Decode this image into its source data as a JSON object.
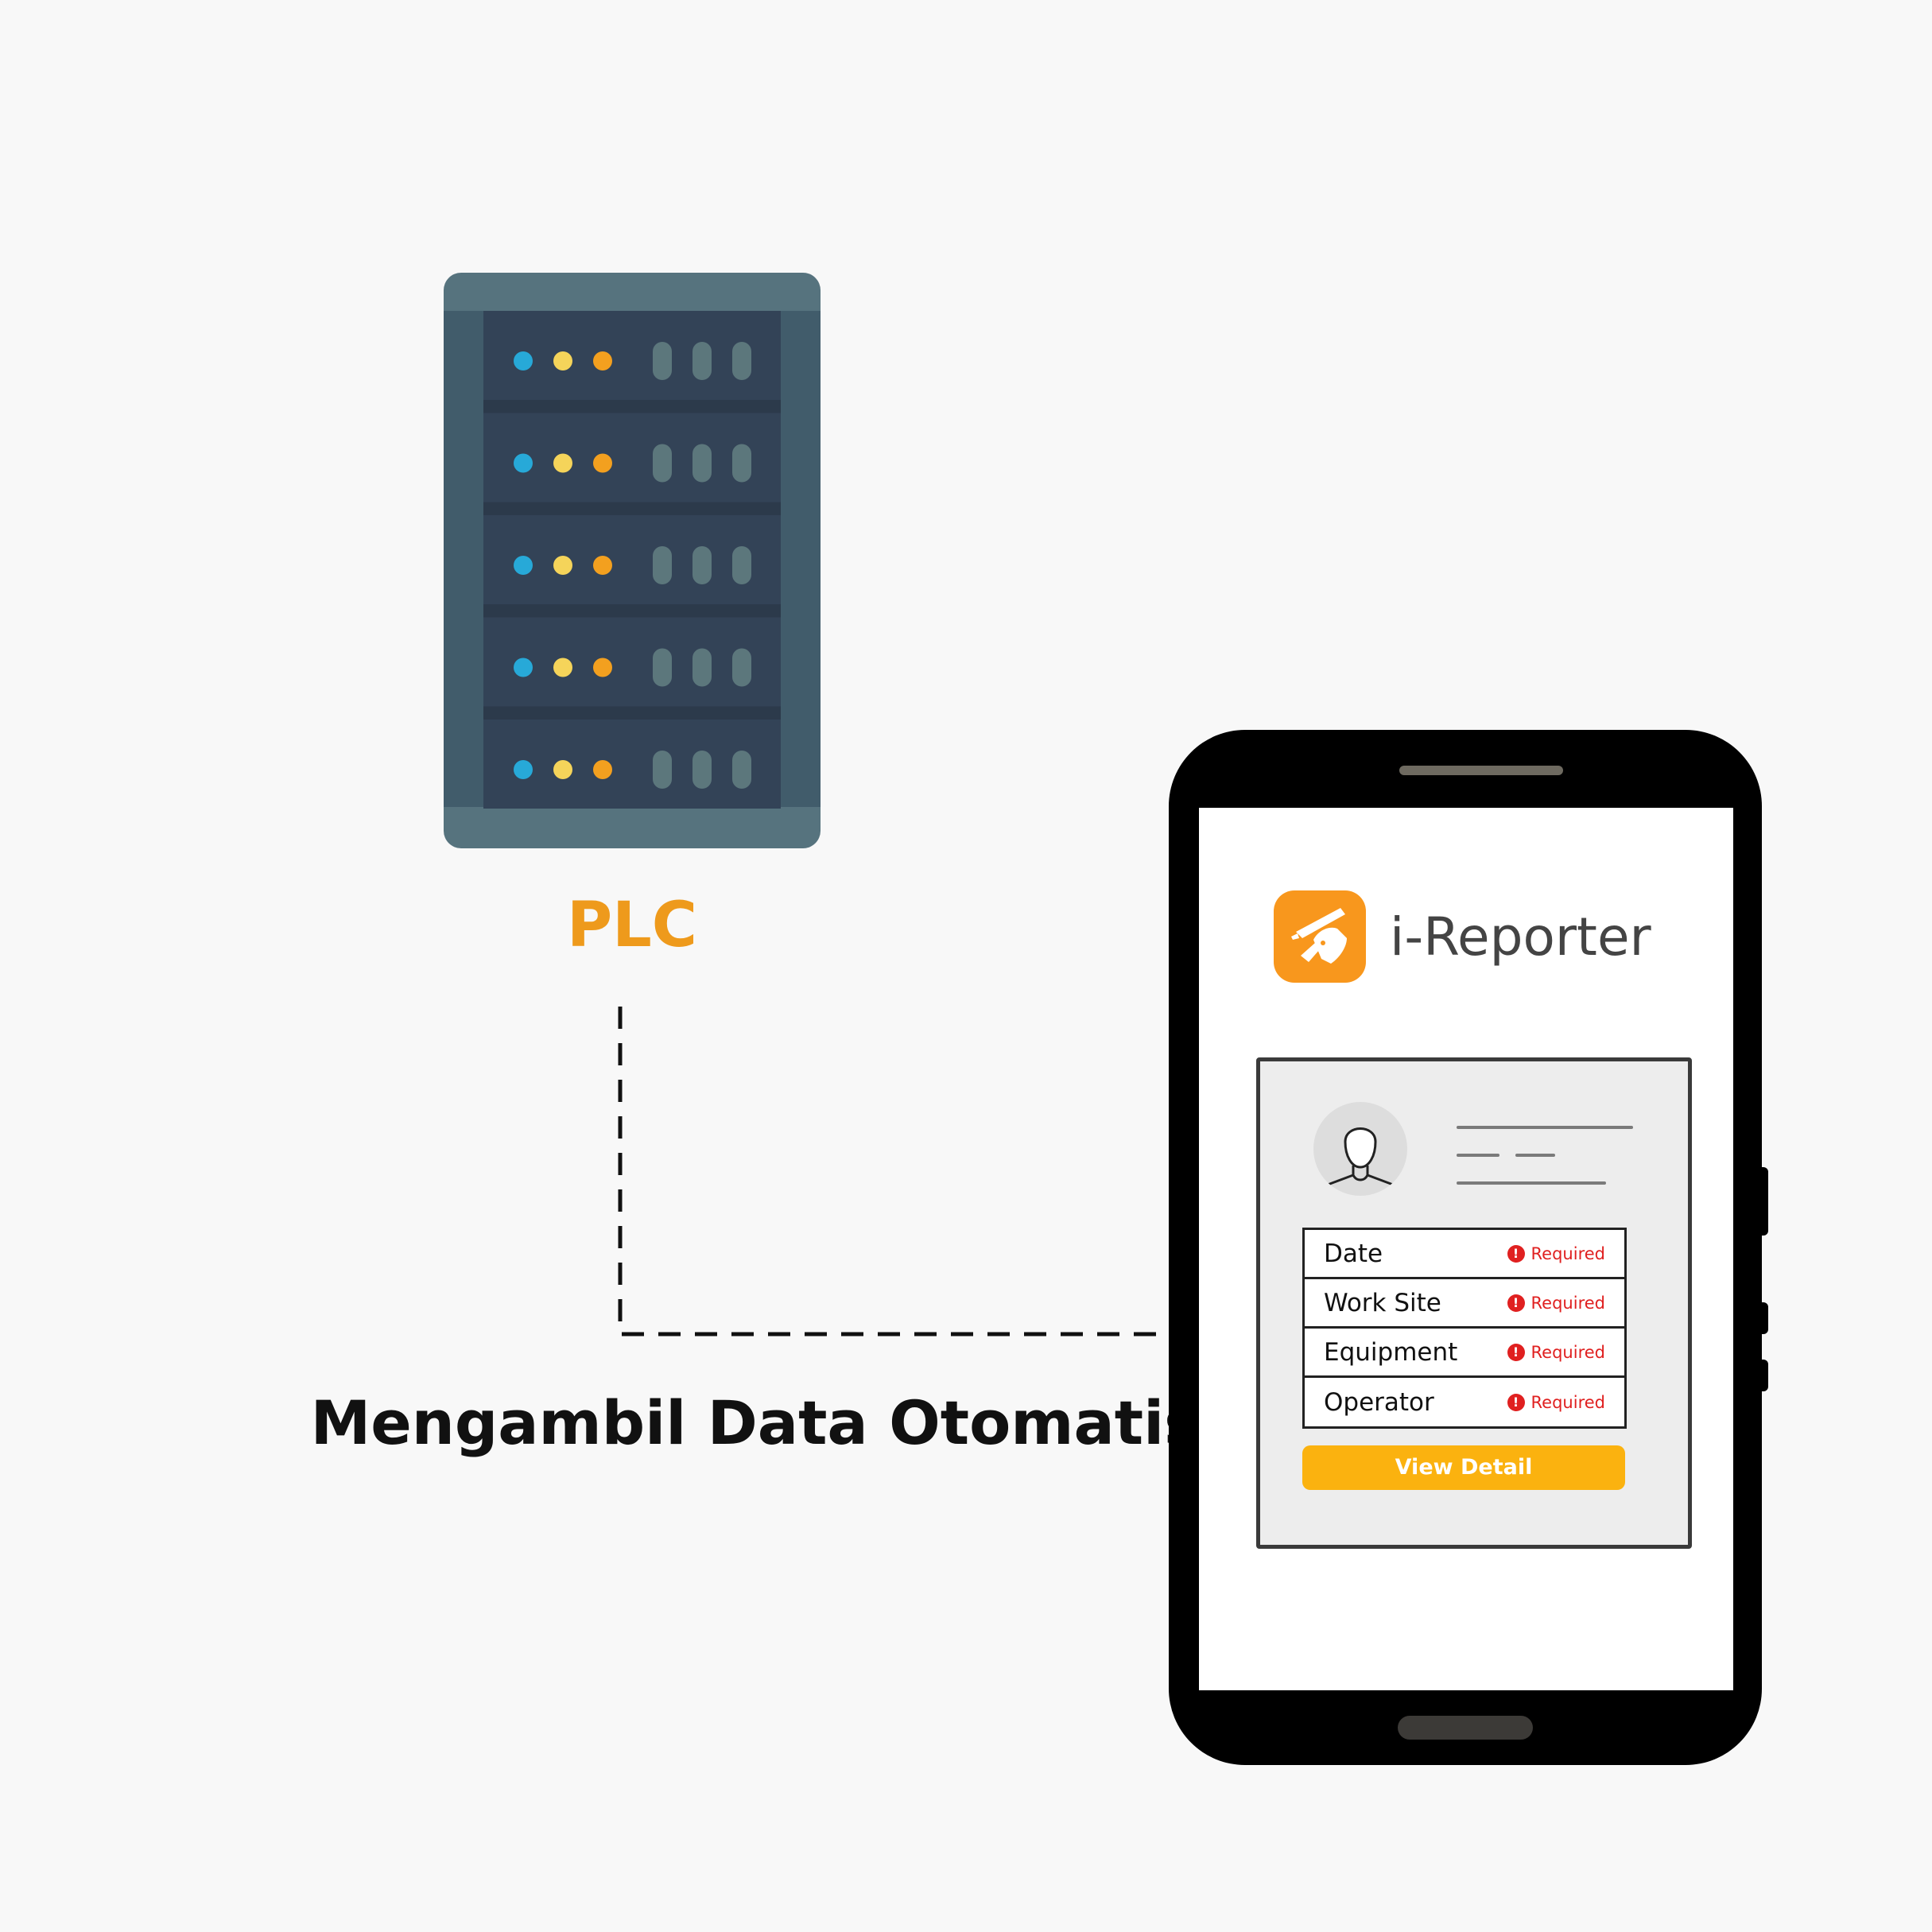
{
  "plc": {
    "label": "PLC",
    "rack_units": 5,
    "colors": {
      "frame_top": "#56737e",
      "frame_side": "#415c6b",
      "unit": "#334357",
      "separator": "#2c3a4b",
      "slot": "#5c777c",
      "led_blue": "#27a9d8",
      "led_yellow": "#f5d45a",
      "led_orange": "#f3a01f"
    }
  },
  "connector": {
    "caption": "Mengambil Data Otomatis",
    "style": "dashed"
  },
  "phone": {
    "app": {
      "icon": "pen-hand-icon",
      "icon_color": "#f8971d",
      "title": "i-Reporter"
    },
    "form": {
      "avatar_icon": "user-avatar-icon",
      "fields": [
        {
          "label": "Date",
          "status": "Required"
        },
        {
          "label": "Work Site",
          "status": "Required"
        },
        {
          "label": "Equipment",
          "status": "Required"
        },
        {
          "label": "Operator",
          "status": "Required"
        }
      ],
      "button_label": "View Detail",
      "button_color": "#fbb20f"
    }
  }
}
